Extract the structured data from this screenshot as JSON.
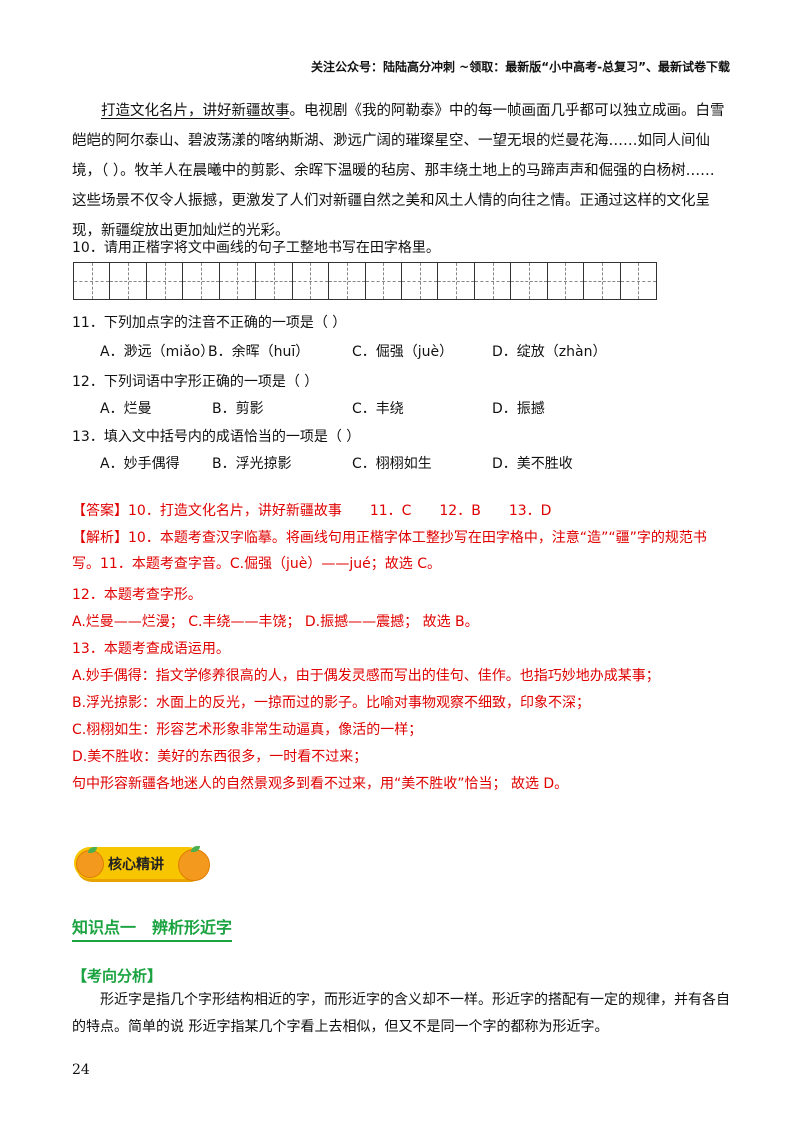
{
  "header": "关注公众号：陆陆高分冲刺 ~领取：最新版“小中高考-总复习”、最新试卷下载",
  "passage": {
    "underlined": "打造文化名片，讲好新疆故事",
    "rest": "。电视剧《我的阿勒泰》中的每一帧画面几乎都可以独立成画。白雪皑皑的阿尔泰山、碧波荡漾的喀纳斯湖、渺远广阔的璀璨星空、一望无垠的烂曼花海……如同人间仙境，（ ）。牧羊人在晨曦中的剪影、余晖下温暖的毡房、那丰绕土地上的马蹄声声和倔强的白杨树……这些场景不仅令人振撼，更激发了人们对新疆自然之美和风土人情的向往之情。正通过这样的文化呈现，新疆绽放出更加灿烂的光彩。"
  },
  "q10": "10．请用正楷字将文中画线的句子工整地书写在田字格里。",
  "q11": {
    "stem": "11．下列加点字的注音不正确的一项是（ ）",
    "options": [
      "A．渺远（miǎo）",
      "B．余晖（huī）",
      "C．倔强（juè）",
      "D．绽放（zhàn）"
    ]
  },
  "q12": {
    "stem": "12．下列词语中字形正确的一项是（ ）",
    "options": [
      "A．烂曼",
      "B．剪影",
      "C．丰绕",
      "D．振撼"
    ]
  },
  "q13": {
    "stem": "13．填入文中括号内的成语恰当的一项是（ ）",
    "options": [
      "A．妙手偶得",
      "B．浮光掠影",
      "C．栩栩如生",
      "D．美不胜收"
    ]
  },
  "answer": {
    "line1": "【答案】10．打造文化名片，讲好新疆故事　　11．C　　12．B　　13．D",
    "analysis": "【解析】10．本题考查汉字临摹。将画线句用正楷字体工整抄写在田字格中，注意“造”“疆”字的规范书写。11．本题考查字音。C.倔强（juè）——jué；故选 C。",
    "l12": "12．本题考查字形。",
    "l12b": "A.烂曼——烂漫；  C.丰绕——丰饶；  D.振撼——震撼；  故选 B。",
    "l13": "13．本题考查成语运用。",
    "a": "A.妙手偶得：指文学修养很高的人，由于偶发灵感而写出的佳句、佳作。也指巧妙地办成某事；",
    "b": "B.浮光掠影：水面上的反光，一掠而过的影子。比喻对事物观察不细致，印象不深；",
    "c": "C.栩栩如生：形容艺术形象非常生动逼真，像活的一样；",
    "d": "D.美不胜收：美好的东西很多，一时看不过来；",
    "concl": "句中形容新疆各地迷人的自然景观多到看不过来，用“美不胜收”恰当；  故选 D。"
  },
  "badge": "核心精讲",
  "knowledge_point": "知识点一　辨析形近字",
  "kaoxiang": "【考向分析】",
  "paragraph": "形近字是指几个字形结构相近的字，而形近字的含义却不一样。形近字的搭配有一定的规律，并有各自的特点。简单的说 形近字指某几个字看上去相似，但又不是同一个字的都称为形近字。",
  "page_number": "24",
  "colors": {
    "answer": "#e00000",
    "heading": "#1aa340",
    "badge": "#f7c600"
  }
}
